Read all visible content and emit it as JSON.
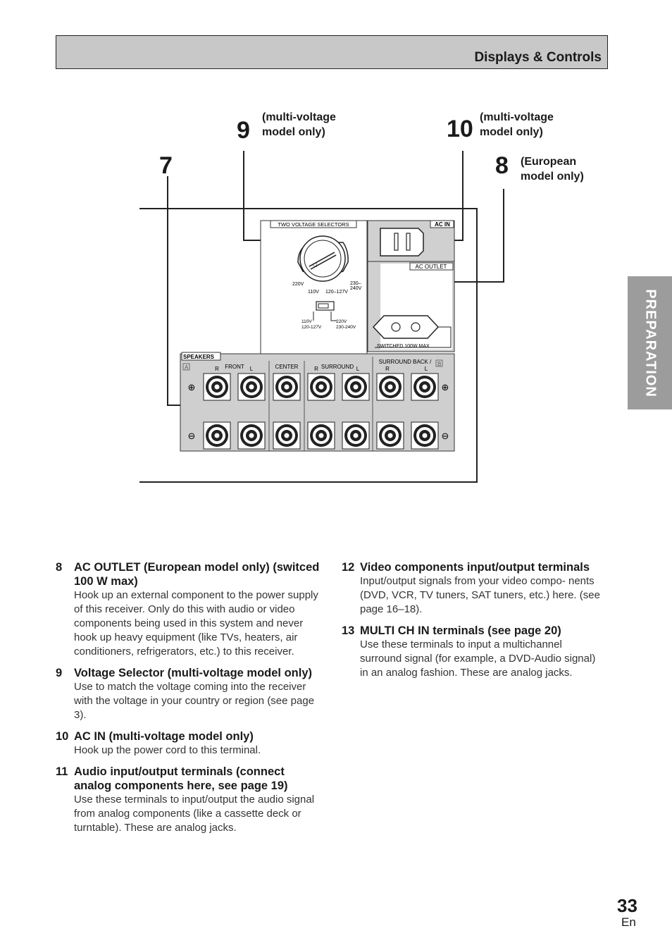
{
  "header": {
    "title": "Displays & Controls"
  },
  "side_tab": {
    "label": "PREPARATION"
  },
  "callouts": {
    "c7": {
      "num": "7"
    },
    "c9": {
      "num": "9",
      "note": "(multi-voltage\nmodel only)"
    },
    "c10": {
      "num": "10",
      "note": "(multi-voltage\nmodel only)"
    },
    "c8": {
      "num": "8",
      "note": "(European\nmodel only)"
    }
  },
  "panel": {
    "two_voltage_selectors": "TWO VOLTAGE  SELECTORS",
    "v220": "220V",
    "v110": "110V",
    "v120_127": "120–127V",
    "v230_240": "230–\n240V",
    "sw_110": "110V",
    "sw_120_127": "120-127V",
    "sw_220": "220V",
    "sw_230_240": "230-240V",
    "ac_in": "AC IN",
    "ac_outlet": "AC OUTLET",
    "switched": "SWITCHED 100W MAX",
    "speakers": "SPEAKERS",
    "a": "A",
    "b": "B",
    "front": "FRONT",
    "center": "CENTER",
    "surround": "SURROUND",
    "surround_back": "SURROUND BACK /",
    "r": "R",
    "l": "L",
    "plus": "⊕",
    "minus": "⊖"
  },
  "items_left": [
    {
      "num": "8",
      "title": "AC OUTLET (European model only) (switced 100 W max)",
      "body": "Hook up an external component to the power supply of this receiver. Only do this with audio or video components being used in this system and never hook up heavy equipment (like TVs, heaters, air conditioners, refrigerators, etc.) to this receiver."
    },
    {
      "num": "9",
      "title": "Voltage Selector (multi-voltage model only)",
      "body": "Use to match the voltage coming into the receiver with the voltage in your country or region (see page 3)."
    },
    {
      "num": "10",
      "title": "AC IN (multi-voltage model only)",
      "body": "Hook up the power cord to this terminal."
    },
    {
      "num": "11",
      "title": "Audio input/output  terminals (connect analog components here, see page 19)",
      "body": "Use these terminals to input/output the audio signal from analog components (like a cassette deck or turntable). These are analog jacks."
    }
  ],
  "items_right": [
    {
      "num": "12",
      "title": "Video components input/output terminals",
      "body": "Input/output signals from your video compo- nents (DVD, VCR, TV tuners, SAT tuners, etc.) here. (see page 16–18)."
    },
    {
      "num": "13",
      "title": "MULTI CH IN terminals (see page 20)",
      "body": "Use these terminals to input a multichannel surround signal (for example, a DVD-Audio signal) in an analog fashion. These are analog jacks."
    }
  ],
  "page": {
    "number": "33",
    "lang": "En"
  }
}
